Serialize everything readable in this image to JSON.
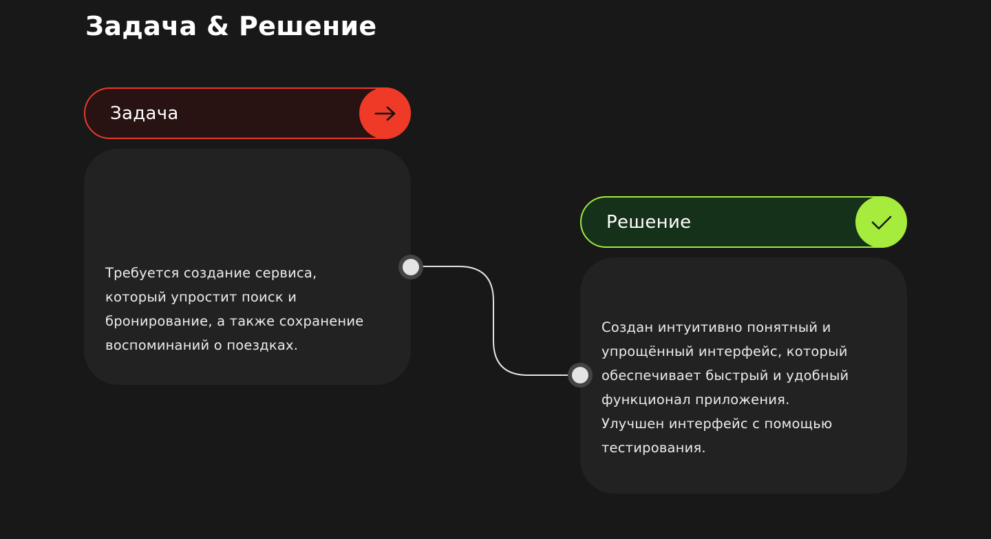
{
  "page": {
    "title": "Задача & Решение"
  },
  "task": {
    "label": "Задача",
    "button_icon": "arrow-right-icon",
    "accent_color": "#ef3a28",
    "pill_bg": "#281212",
    "text_lines": [
      "Требуется создание сервиса,",
      "который упростит поиск и",
      "бронирование, а также сохранение",
      "воспоминаний о поездках."
    ]
  },
  "solution": {
    "label": "Решение",
    "button_icon": "check-icon",
    "accent_color": "#a5ec3d",
    "pill_bg": "#16311a",
    "text_lines": [
      "Создан интуитивно понятный и",
      "упрощённый интерфейс, который",
      "обеспечивает быстрый и удобный",
      "функционал приложения.",
      "Улучшен интерфейс с помощью",
      "тестирования."
    ]
  },
  "colors": {
    "background": "#181818",
    "card": "#222222",
    "connector_line": "#e6e6e6",
    "connector_dot": "#e4e4e4",
    "connector_dot_ring": "#444444"
  }
}
